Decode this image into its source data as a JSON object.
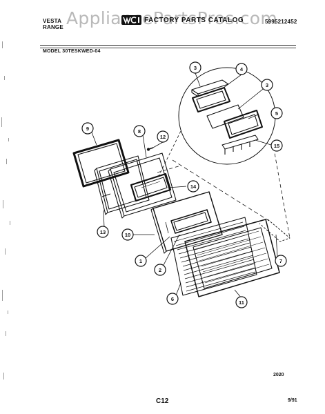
{
  "header": {
    "brand_line1": "VESTA",
    "brand_line2": "RANGE",
    "catalog_title": "FACTORY PARTS CATALOG",
    "part_number": "5995212452",
    "watermark": "AppliancePartsPros.com",
    "logo_icon": "wci-logo-icon"
  },
  "model_label": "MODEL 30TESKWED-04",
  "callouts": [
    "3",
    "4",
    "3",
    "5",
    "15",
    "9",
    "8",
    "12",
    "14",
    "13",
    "10",
    "1",
    "2",
    "7",
    "6",
    "11"
  ],
  "footer": {
    "page_code": "2020",
    "page_number": "C12",
    "date": "9/91"
  },
  "colors": {
    "ink": "#111111",
    "watermark": "#b9b9b9",
    "background": "#ffffff"
  }
}
